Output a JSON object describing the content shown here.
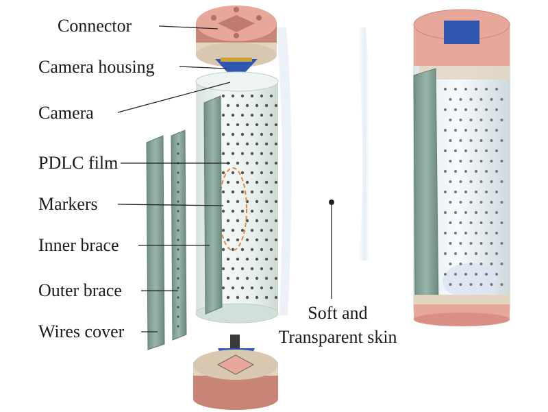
{
  "labels": {
    "connector": "Connector",
    "camera_housing": "Camera housing",
    "camera": "Camera",
    "pdlc_film": "PDLC film",
    "markers": "Markers",
    "inner_brace": "Inner brace",
    "outer_brace": "Outer brace",
    "wires_cover": "Wires cover",
    "skin_line1": "Soft and",
    "skin_line2": "Transparent skin"
  },
  "colors": {
    "connector": "#e8a79b",
    "connector_dark": "#c98478",
    "rim_beige": "#e2d5c0",
    "brace": "#8aa69a",
    "brace_dark": "#6d8c7f",
    "film": "#d9e6e0",
    "pcb": "#2b4fa8",
    "marker_outline": "#e8833a",
    "leader": "#222222"
  },
  "icons": [
    "connector-ring-icon",
    "camera-housing-icon",
    "camera-icon",
    "pdlc-film-cylinder-icon",
    "inner-brace-icon",
    "outer-brace-icon",
    "wires-cover-icon",
    "skin-sheet-icon",
    "bottom-module-icon",
    "assembled-sensor-icon"
  ]
}
